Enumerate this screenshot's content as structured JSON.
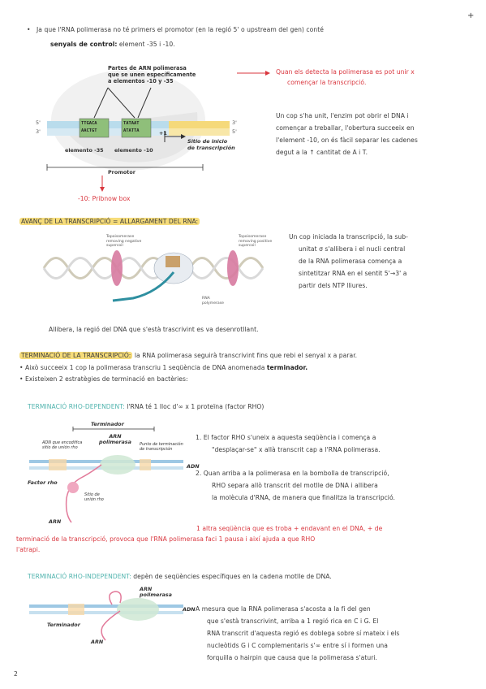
{
  "corner_mark": "+",
  "page_number": "2",
  "intro": {
    "line1": "Ja que l'RNA polimerasa no té primers el promotor (en la regió 5' o upstream del gen) conté",
    "line2_bold": "senyals de control:",
    "line2_rest": "element -35 i -10."
  },
  "fig1": {
    "title_l1": "Partes de ARN polimerasa",
    "title_l2": "que se unen específicamente",
    "title_l3": "a elementos -10 y -35",
    "seq_a1": "TTGACA",
    "seq_a2": "AACTGT",
    "seq_b1": "TATAAT",
    "seq_b2": "ATATTA",
    "plus1": "+1",
    "label_35": "elemento -35",
    "label_10": "elemento -10",
    "start_l1": "Sitio de inicio",
    "start_l2": "de transcripción",
    "promotor": "Promotor",
    "p5a": "5'",
    "p3a": "3'",
    "p3b": "3'",
    "p5b": "5'",
    "pribnow": "-10: Pribnow box"
  },
  "note_right_red": {
    "l1": "Quan els detecta la polimerasa es pot unir x",
    "l2": "començar la transcripció."
  },
  "para_cop": {
    "l1": "Un cop s'ha unit, l'enzim pot obrir el DNA i",
    "l2": "començar a treballar, l'obertura succeeix en",
    "l3": "l'element -10, on és fàcil separar les cadenes",
    "l4": "degut a la ↑ cantitat de A i T."
  },
  "section2": {
    "heading": "AVANÇ DE LA TRANSCRIPCIÓ = ALLARGAMENT DEL RNA:"
  },
  "fig2": {
    "topo1_l1": "Topoisomerase",
    "topo1_l2": "removing negative",
    "topo1_l3": "supercoil",
    "topo2_l1": "Topoisomerase",
    "topo2_l2": "removing positive",
    "topo2_l3": "supercoil",
    "rna_l1": "RNA",
    "rna_l2": "polymerase"
  },
  "para_iniciada": {
    "l1": "Un cop iniciada la transcripció, la sub-",
    "l2": "unitat σ s'allibera i el nucli central",
    "l3": "de la RNA polimerasa comença a",
    "l4": "sintetitzar RNA en el sentit 5'→3' a",
    "l5": "partir dels NTP lliures."
  },
  "para_allibera": "Allibera, la regió del DNA que s'està trascrivint es va desenrotllant.",
  "section3": {
    "heading": "TERMINACIÓ DE LA TRANSCRIPCIÓ:",
    "rest": "la RNA polimerasa seguirà transcrivint fins que rebi el senyal x a parar.",
    "b1_a": "Això succeeix 1 cop la polimerasa transcriu 1 seqüència de DNA anomenada",
    "b1_bold": "terminador.",
    "b2": "Existeixen 2 estratègies de terminació en bactèries:"
  },
  "rho_dep": {
    "heading": "TERMINACIÓ RHO-DEPENDENT:",
    "rest": "l'RNA té 1 lloc d'∞ x 1 proteïna (factor RHO)"
  },
  "fig3": {
    "terminador": "Terminador",
    "arn_pol_l1": "ARN",
    "arn_pol_l2": "polimerasa",
    "adn_rho_l1": "ADN que encodifica",
    "adn_rho_l2": "sitio de unión rho",
    "punto_l1": "Punto de terminación",
    "punto_l2": "de transcripción",
    "factor": "Factor rho",
    "sitio_l1": "Sitio de",
    "sitio_l2": "unión rho",
    "adn": "ADN",
    "arn": "ARN"
  },
  "rho_steps": {
    "s1_l1": "1. El factor RHO s'uneix a aquesta seqüència i comença a",
    "s1_l2": "\"desplaçar-se\" x allà transcrit cap a l'RNA polimerasa.",
    "s2_l1": "2. Quan arriba a la polimerasa en la bombolla de transcripció,",
    "s2_l2": "RHO separa allò transcrit del motlle de DNA i allibera",
    "s2_l3": "la molècula d'RNA, de manera que finalitza la transcripció."
  },
  "red_note": {
    "l1": "1 altra seqüència que es troba + endavant en el DNA, + de",
    "l2": "terminació de la transcripció, provoca que l'RNA polimerasa faci 1 pausa i així ajuda a que RHO",
    "l3": "l'atrapi."
  },
  "rho_indep": {
    "heading": "TERMINACIÓ RHO-INDEPENDENT:",
    "rest": "depèn de seqüències específiques en la cadena motlle de DNA."
  },
  "fig4": {
    "arn_pol_l1": "ARN",
    "arn_pol_l2": "polimerasa",
    "adn": "ADN",
    "terminador": "Terminador",
    "arn": "ARN"
  },
  "para_mesura": {
    "l1": "A mesura que la RNA polimerasa s'acosta a la fi del gen",
    "l2": "que s'està transcrivint, arriba a 1 regió rica en C i G. El",
    "l3": "RNA transcrit d'aquesta regió es doblega sobre sí mateix i els",
    "l4": "nucleòtids G i C complementaris s'∞ entre sí i formen una",
    "l5": "forquilla o hairpin que causa que la polimerasa s'aturi."
  }
}
